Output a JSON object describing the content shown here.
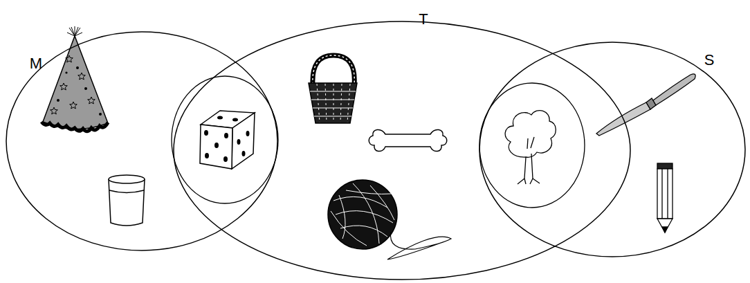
{
  "diagram": {
    "nodes": [
      {
        "text": [
          "M"
        ]
      },
      {
        "text": [
          "T"
        ]
      },
      {
        "text": [
          "S"
        ]
      }
    ]
  }
}
